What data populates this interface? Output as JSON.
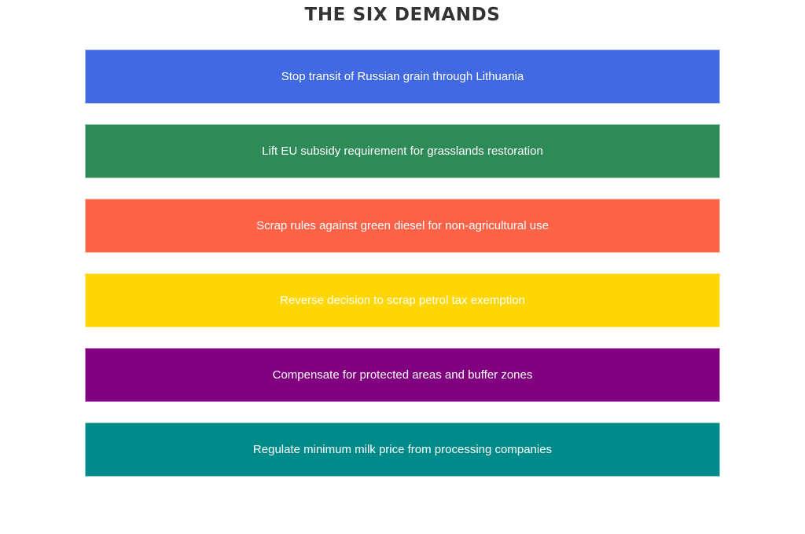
{
  "chart_data": {
    "type": "bar",
    "title": "THE SIX DEMANDS",
    "subtitle": "",
    "xlabel": "",
    "ylabel": "",
    "orientation": "horizontal",
    "grid": false,
    "legend": false,
    "axes_visible": false,
    "tick_labels_visible": false,
    "categories": [
      "Stop transit of Russian grain through Lithuania",
      "Lift EU subsidy requirement for grasslands restoration",
      "Scrap rules against green diesel for non-agricultural use",
      "Reverse decision to scrap petrol tax exemption",
      "Compensate for protected areas and buffer zones",
      "Regulate minimum milk price from processing companies"
    ],
    "values": [
      1,
      1,
      1,
      1,
      1,
      1
    ],
    "colors": [
      "#4169E1",
      "#2E8B57",
      "#FF6347",
      "#FFD700",
      "#800080",
      "#008B8B"
    ],
    "label_color": "#FFFFFF",
    "title_color": "#333333",
    "background": "#FFFFFF",
    "bars": [
      {
        "index": 1,
        "label": "Stop transit of Russian grain through Lithuania",
        "value": 1,
        "color": "#4169E1",
        "color_name": "royal-blue"
      },
      {
        "index": 2,
        "label": "Lift EU subsidy requirement for grasslands restoration",
        "value": 1,
        "color": "#2E8B57",
        "color_name": "sea-green"
      },
      {
        "index": 3,
        "label": "Scrap rules against green diesel for non-agricultural use",
        "value": 1,
        "color": "#FF6347",
        "color_name": "tomato"
      },
      {
        "index": 4,
        "label": "Reverse decision to scrap petrol tax exemption",
        "value": 1,
        "color": "#FFD700",
        "color_name": "gold"
      },
      {
        "index": 5,
        "label": "Compensate for protected areas and buffer zones",
        "value": 1,
        "color": "#800080",
        "color_name": "purple"
      },
      {
        "index": 6,
        "label": "Regulate minimum milk price from processing companies",
        "value": 1,
        "color": "#008B8B",
        "color_name": "teal"
      }
    ]
  }
}
